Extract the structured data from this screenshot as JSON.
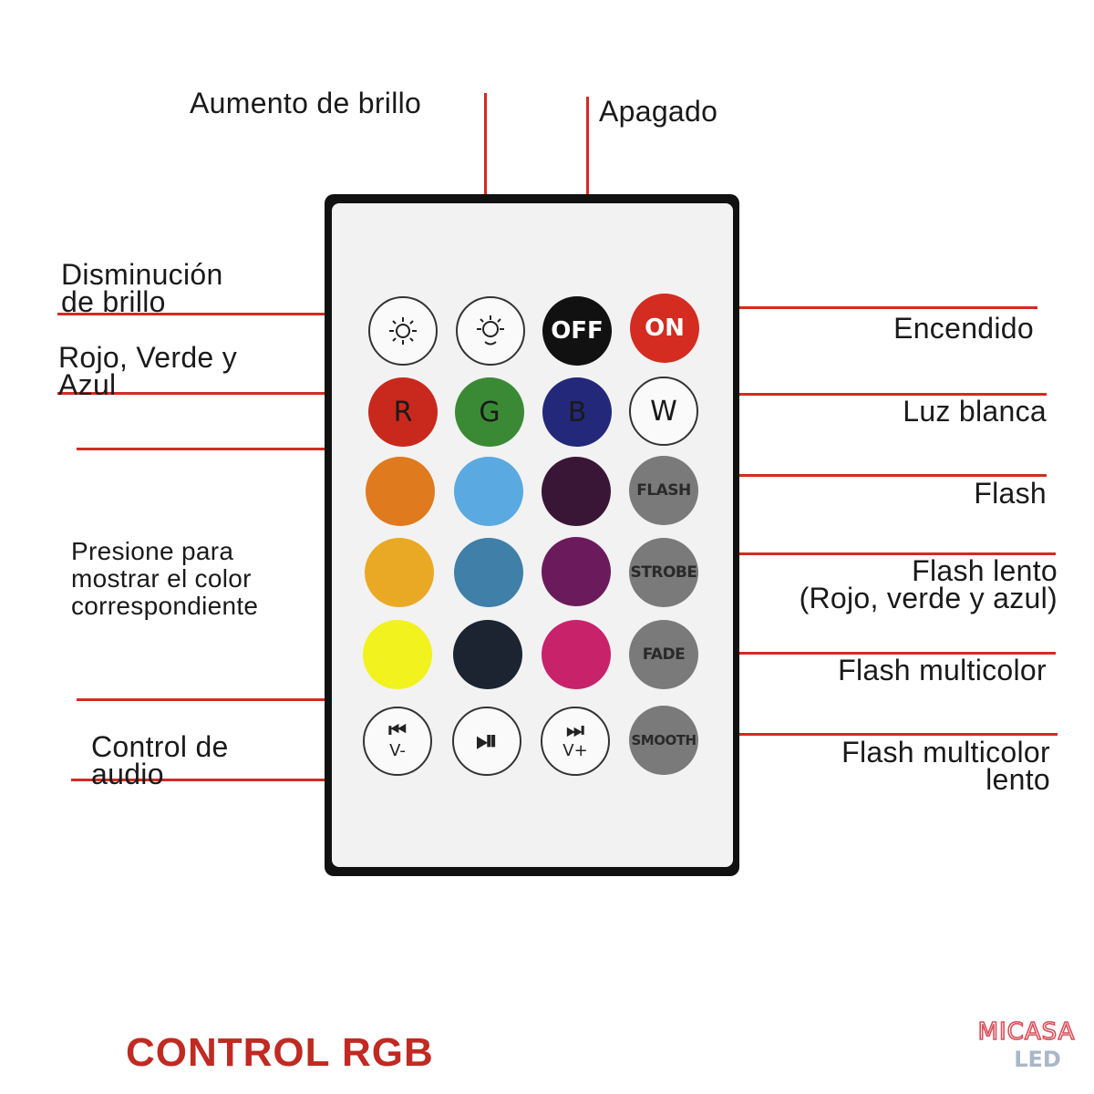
{
  "labels": {
    "brightness_up": "Aumento de brillo",
    "off": "Apagado",
    "brightness_down": "Disminución\nde brillo",
    "on": "Encendido",
    "rgb": "Rojo, Verde y\nAzul",
    "white_light": "Luz blanca",
    "flash": "Flash",
    "color_select": "Presione para\nmostrar el color\ncorrespondiente",
    "flash_slow": "Flash lento\n(Rojo, verde y azul)",
    "flash_multicolor": "Flash multicolor",
    "audio_control": "Control de\naudio",
    "flash_multicolor_slow": "Flash multicolor\nlento"
  },
  "remote": {
    "buttons": {
      "off": "OFF",
      "on": "ON",
      "red": "R",
      "green": "G",
      "blue": "B",
      "white": "W",
      "flash": "FLASH",
      "strobe": "STROBE",
      "fade": "FADE",
      "smooth": "SMOOTH",
      "vol_down_sub": "V-",
      "vol_up_sub": "V+"
    },
    "colors": {
      "red": "#c8291c",
      "green": "#3a8a35",
      "blue": "#23287a",
      "swatches": [
        "#e07a1f",
        "#5aa9e0",
        "#3a1636",
        "#eaa925",
        "#3f7fa8",
        "#6b1b5c",
        "#f2f21e",
        "#1b2430",
        "#c8226b"
      ]
    }
  },
  "footer": {
    "title": "CONTROL RGB",
    "logo_text_top": "MICASA",
    "logo_text_bottom": "LED",
    "accent": "#c02a22"
  }
}
